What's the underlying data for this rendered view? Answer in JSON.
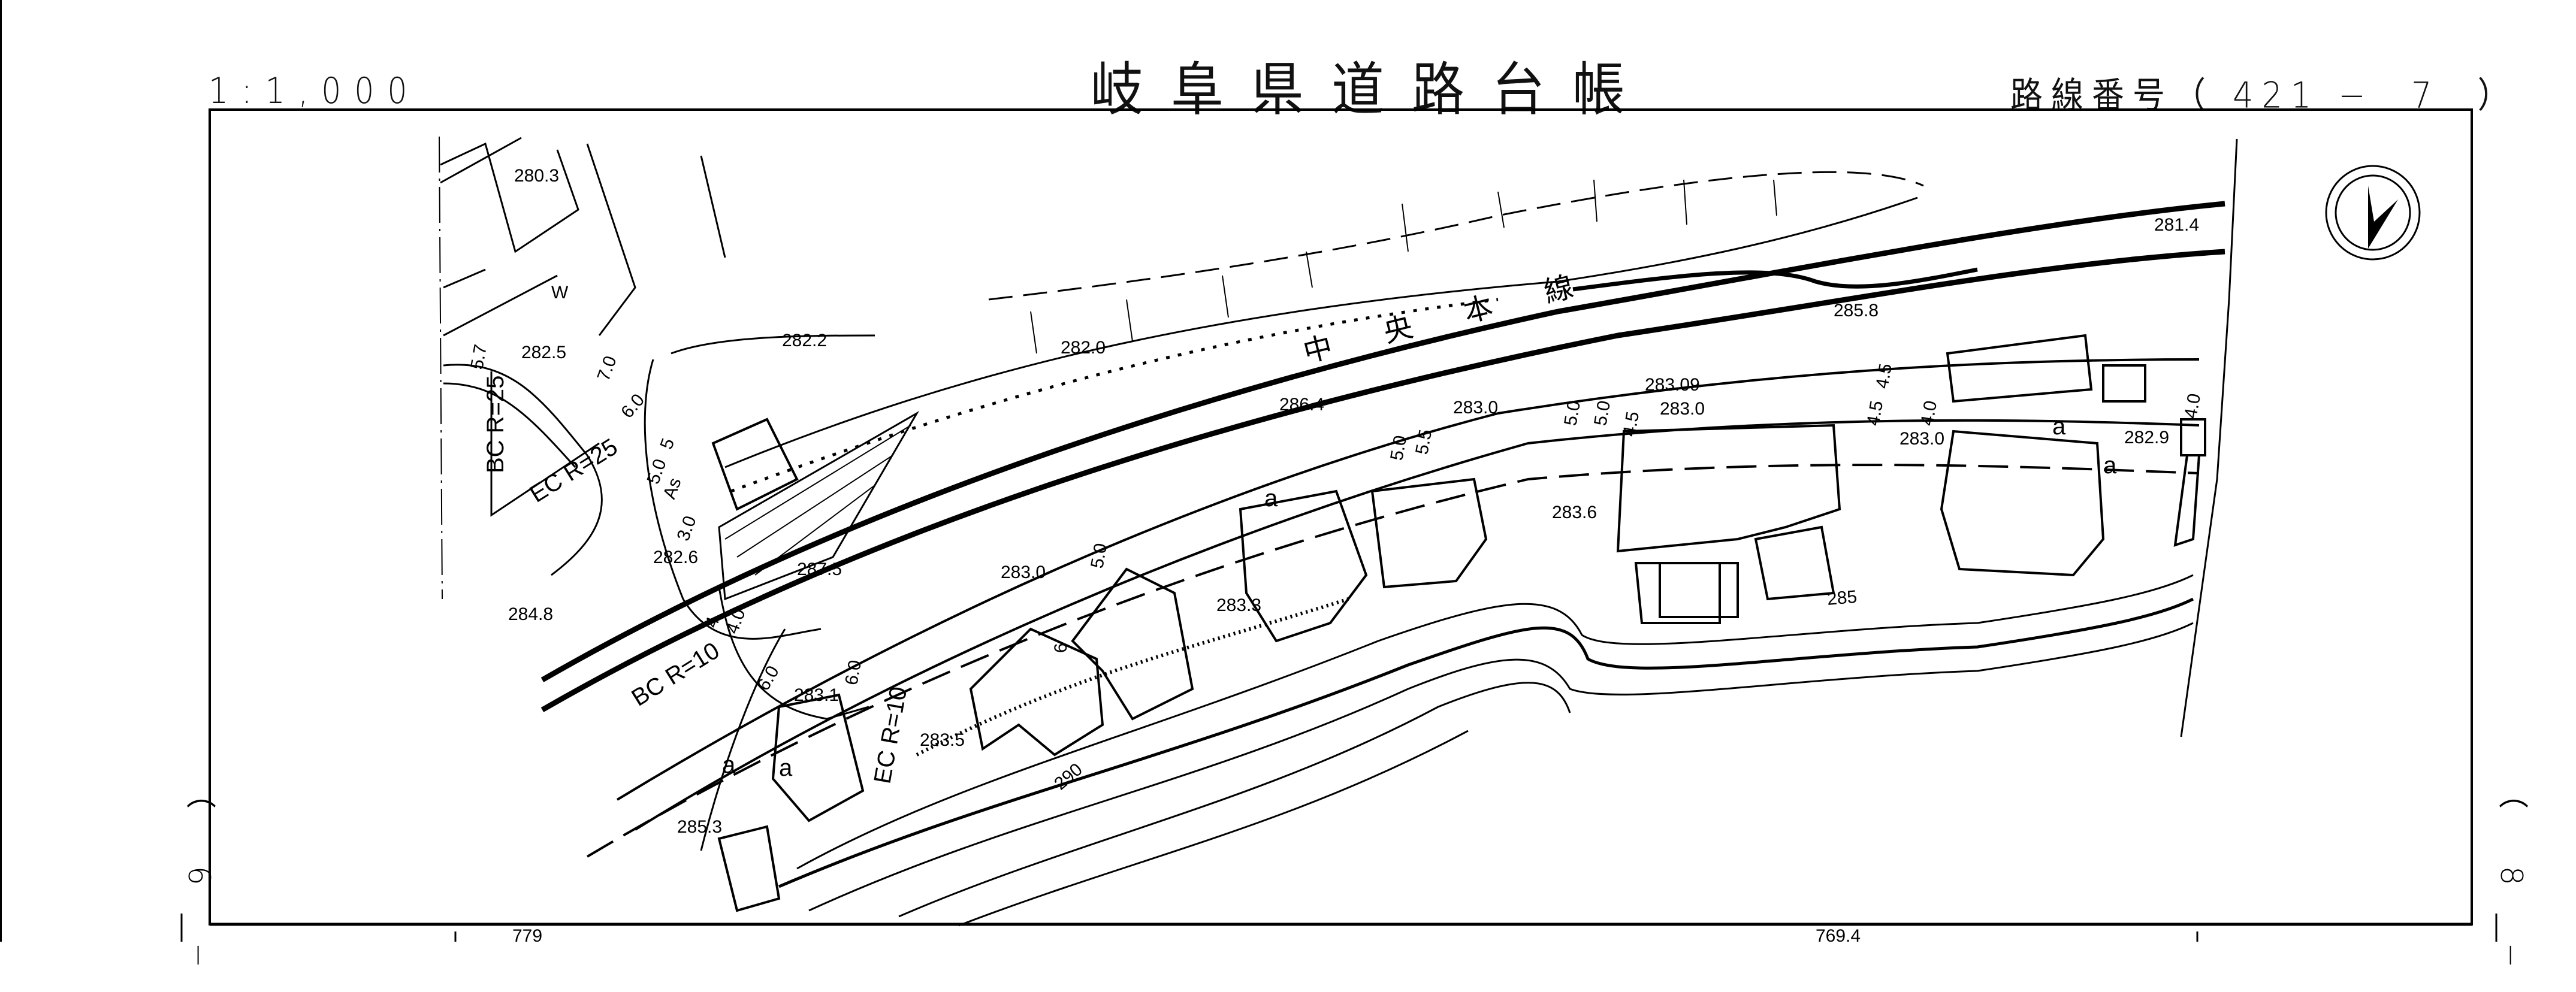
{
  "sheet": {
    "scale": "1:1,000",
    "title": "岐阜県道路台帳",
    "route_number_label": "路線番号（ 421 −  7  ）",
    "sheet_left_index": "（ 6 −",
    "sheet_right_index": "（ 8 −",
    "north_arrow": "north-arrow-icon"
  },
  "map": {
    "railway_name": "中央本線",
    "elevations": [
      "280.3",
      "282.5",
      "282.2",
      "282.0",
      "286.4",
      "285.8",
      "283.0",
      "283.09",
      "283.0",
      "283.0",
      "282.9",
      "281.4",
      "282.6",
      "284.8",
      "287.5",
      "283.0",
      "283.3",
      "283.6",
      "283.1",
      "283.5",
      "285.3"
    ],
    "contour_labels": [
      "285",
      "290"
    ],
    "curve_labels": [
      "BC R=25",
      "EC R=25",
      "BC R=10",
      "EC R=10"
    ],
    "width_labels": [
      "5.7",
      "7.0",
      "6.0",
      "5.0",
      "5",
      "3.0",
      "4.0",
      "6.0",
      "6.0",
      "6",
      "5.0",
      "5.0",
      "5.5",
      "5.0",
      "5.0",
      "4.5",
      "4.5",
      "4.5",
      "4.0",
      "4.0",
      "4"
    ],
    "surface_labels": [
      "As",
      "W"
    ],
    "route_marks": [
      "a",
      "a",
      "a",
      "a",
      "a"
    ],
    "bottom_numbers": [
      "779",
      "769.4"
    ]
  }
}
